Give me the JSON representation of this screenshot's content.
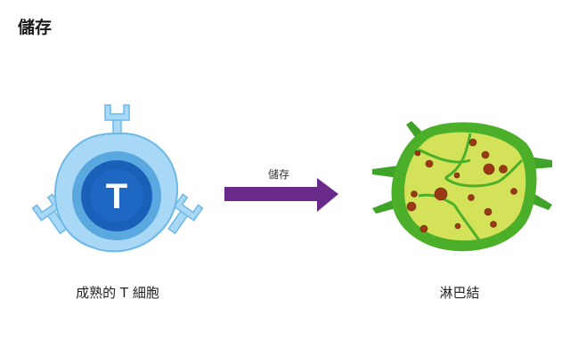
{
  "title": "儲存",
  "t_cell": {
    "letter": "T",
    "label": "成熟的 T 細胞"
  },
  "arrow": {
    "label": "儲存"
  },
  "lymph_node": {
    "label": "淋巴結"
  },
  "colors": {
    "t_cell_outer": "#a8d8f5",
    "t_cell_outline": "#6cb8e8",
    "t_cell_ring": "#5aa8e0",
    "t_cell_nucleus": "#1a5fb8",
    "arrow": "#6a2a8a",
    "node_outer": "#4caf2a",
    "node_inner": "#d4e25a",
    "node_dot": "#9a3a14"
  }
}
